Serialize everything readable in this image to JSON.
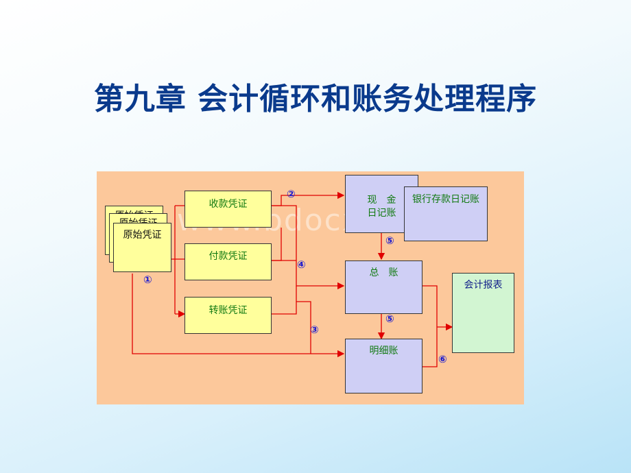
{
  "title": "第九章 会计循环和账务处理程序",
  "watermark": "www.bdocx.com",
  "boxes": {
    "original_back1": "原始凭证",
    "original_back2": "原始凭证",
    "original_front": "原始凭证",
    "receipt": "收款凭证",
    "payment": "付款凭证",
    "transfer": "转账凭证",
    "cash_journal": "现　金\n日记账",
    "bank_journal": "银行存款日记账",
    "general_ledger": "总　账",
    "detail_ledger": "明细账",
    "report": "会计报表"
  },
  "steps": [
    "①",
    "②",
    "③",
    "④",
    "⑤",
    "⑤",
    "⑥"
  ],
  "colors": {
    "title": "#0a3a8c",
    "panel": "#fcc89b",
    "line": "#e00000",
    "step": "#1a1ad0"
  }
}
